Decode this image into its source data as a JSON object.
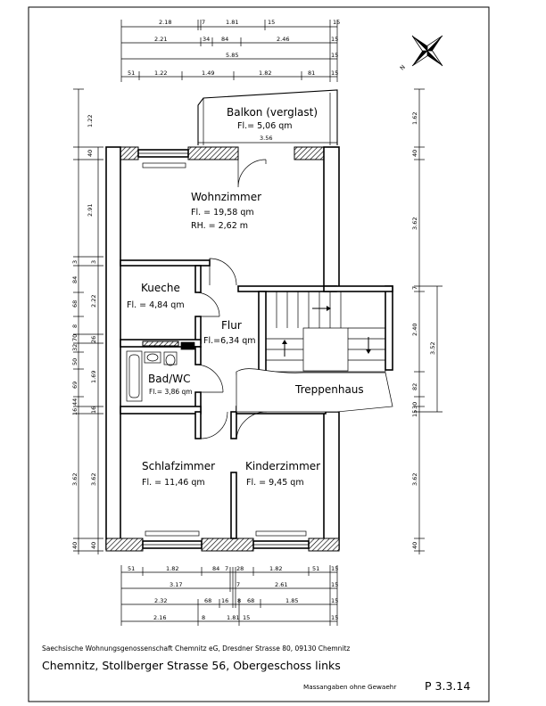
{
  "rooms": {
    "balkon": {
      "name": "Balkon (verglast)",
      "area": "Fl.= 5,06 qm",
      "width": "3.56"
    },
    "wohnzimmer": {
      "name": "Wohnzimmer",
      "area": "Fl. = 19,58 qm",
      "height": "RH. = 2,62 m"
    },
    "kueche": {
      "name": "Kueche",
      "area": "Fl. = 4,84 qm"
    },
    "flur": {
      "name": "Flur",
      "area": "Fl.=6,34 qm"
    },
    "bad": {
      "name": "Bad/WC",
      "area": "Fl.= 3,86 qm"
    },
    "treppenhaus": {
      "name": "Treppenhaus"
    },
    "schlafzimmer": {
      "name": "Schlafzimmer",
      "area": "Fl. = 11,46 qm"
    },
    "kinderzimmer": {
      "name": "Kinderzimmer",
      "area": "Fl. = 9,45 qm"
    }
  },
  "dims_top": {
    "row1": [
      "2.18",
      "7",
      "1.81",
      "15"
    ],
    "row2": [
      "2.21",
      "34",
      "84",
      "2.46",
      "15"
    ],
    "row3": [
      "5.85",
      "15"
    ],
    "row4": [
      "51",
      "1.22",
      "1.49",
      "1.82",
      "81",
      "15"
    ]
  },
  "dims_bottom": {
    "row1": [
      "51",
      "1.82",
      "84",
      "7",
      "28",
      "1.82",
      "51",
      "15"
    ],
    "row2": [
      "3.17",
      "7",
      "2.61",
      "15"
    ],
    "row3": [
      "2.32",
      "68",
      "16",
      "8",
      "68",
      "1.85",
      "15"
    ],
    "row4": [
      "2.16",
      "8",
      "1.81",
      "15"
    ]
  },
  "dims_left_outer": [
    "1.22",
    "40",
    "2.91",
    "3",
    "84",
    "68",
    "8",
    "70",
    "32",
    "50",
    "69",
    "44",
    "16",
    "3.62",
    "40"
  ],
  "dims_left_inner": [
    "3",
    "2.22",
    "26",
    "1.69",
    "16",
    "3.62",
    "40"
  ],
  "dims_right_outer": [
    "1.62",
    "40",
    "3.62",
    "7",
    "2.40",
    "82",
    "30",
    "15",
    "3.62",
    "40"
  ],
  "dims_right_inner": [
    "3.52"
  ],
  "footer": {
    "company": "Saechsische Wohnungsgenossenschaft Chemnitz eG, Dresdner Strasse 80,  09130 Chemnitz",
    "address": "Chemnitz, Stollberger Strasse 56,   Obergeschoss links",
    "note": "Massangaben ohne Gewaehr",
    "plan_no": "P 3.3.14"
  },
  "north_label": "N",
  "icons": [
    "north-arrow-icon",
    "stair-arrow-icon"
  ]
}
